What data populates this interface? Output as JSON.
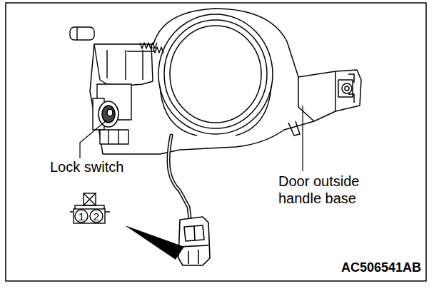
{
  "diagram": {
    "labels": [
      "Lock switch",
      "Door outside handle base",
      "1",
      "2",
      "AC506541AB"
    ]
  }
}
